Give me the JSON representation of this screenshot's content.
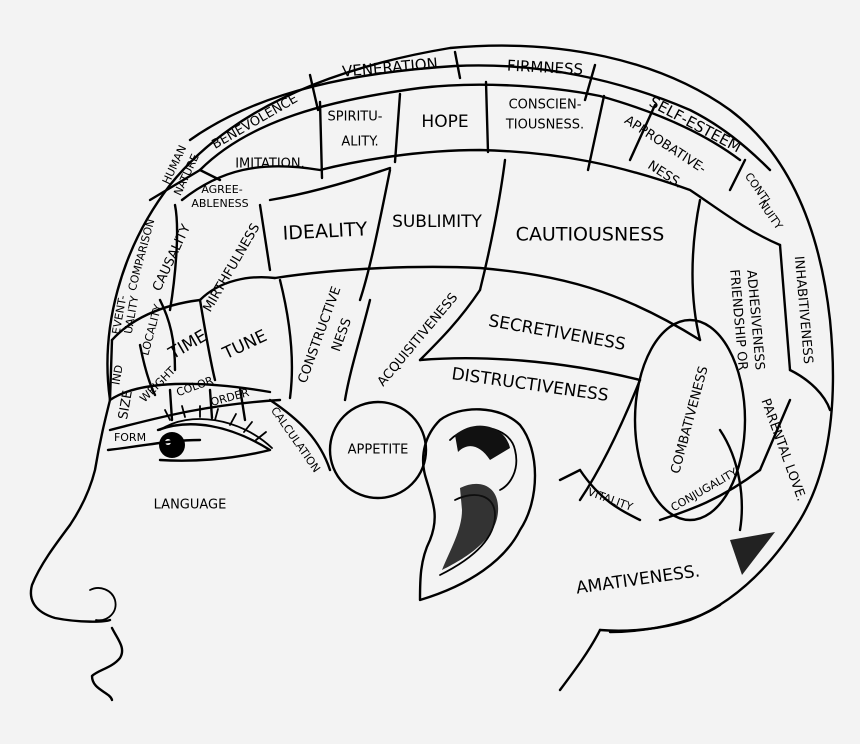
{
  "regions": {
    "veneration": "VENERATION",
    "firmness": "FIRMNESS",
    "benevolence": "BENEVOLENCE",
    "spirituality": "SPIRITU-\nALITY.",
    "hope": "HOPE",
    "conscientiousness": "CONSCIEN-\nTIOUSNESS.",
    "self_esteem": "SELF-ESTEEM",
    "approbativeness": "APPROBATIVE-\nNESS.",
    "continuity": "CONTI-\nNUITY",
    "imitation": "IMITATION.",
    "human_nature": "HUMAN\nNATURE",
    "agreeableness": "AGREE-\nABLENESS",
    "comparison": "COMPARISON",
    "causality": "CAUSALITY",
    "mirthfulness": "MIRTHFULNESS",
    "ideality": "IDEALITY",
    "sublimity": "SUBLIMITY",
    "cautiousness": "CAUTIOUSNESS",
    "friendship": "FRIENDSHIP OR\nADHESIVENESS",
    "inhabitiveness": "INHABITIVENESS",
    "eventuality": "EVENT-\nUALITY",
    "locality": "LOCALITY",
    "time": "TIME",
    "tune": "TUNE",
    "constructiveness": "CONSTRUCTIVE\nNESS",
    "acquisitiveness": "ACQUISITIVENESS",
    "secretiveness": "SECRETIVENESS",
    "destructiveness": "DISTRUCTIVENESS",
    "combativeness": "COMBATIVENESS",
    "parental_love": "PARENTAL LOVE.",
    "individuality": "IND",
    "size": "SIZE",
    "weight": "WEIGHT",
    "color": "COLOR",
    "order": "ORDER",
    "calculation": "CALCULATION",
    "form": "FORM",
    "appetite": "APPETITE",
    "vitality": "VITALITY",
    "conjugality": "CONJUGALITY.",
    "amativeness": "AMATIVENESS.",
    "language": "LANGUAGE"
  }
}
